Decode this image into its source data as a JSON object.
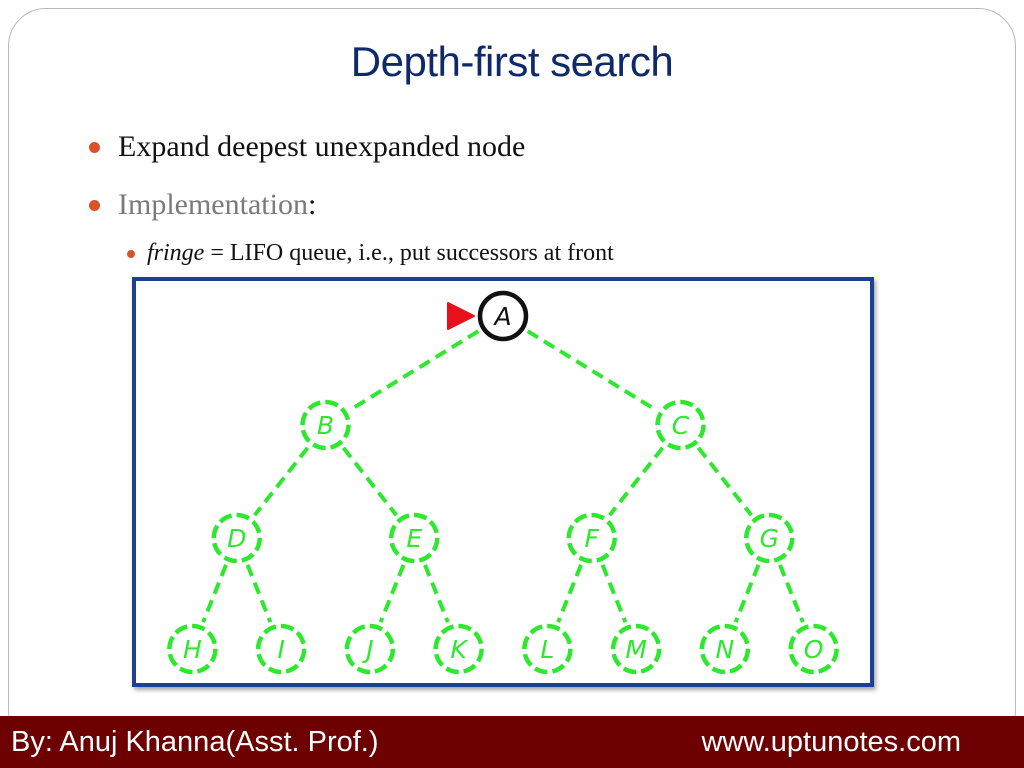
{
  "title": "Depth-first search",
  "bullets": {
    "first": "Expand deepest unexpanded node",
    "second": "Implementation",
    "second_suffix": ":",
    "sub_term": "fringe",
    "sub_rest": " = LIFO queue, i.e., put successors at front"
  },
  "tree": {
    "current_node": "A",
    "colors": {
      "unexpanded": "#2ee82e",
      "current": "#111111",
      "marker": "#e8101a",
      "panel_border": "#1d3f95"
    },
    "nodes": [
      {
        "id": "A",
        "level": 0,
        "index": 0
      },
      {
        "id": "B",
        "level": 1,
        "index": 0
      },
      {
        "id": "C",
        "level": 1,
        "index": 1
      },
      {
        "id": "D",
        "level": 2,
        "index": 0
      },
      {
        "id": "E",
        "level": 2,
        "index": 1
      },
      {
        "id": "F",
        "level": 2,
        "index": 2
      },
      {
        "id": "G",
        "level": 2,
        "index": 3
      },
      {
        "id": "H",
        "level": 3,
        "index": 0
      },
      {
        "id": "I",
        "level": 3,
        "index": 1
      },
      {
        "id": "J",
        "level": 3,
        "index": 2
      },
      {
        "id": "K",
        "level": 3,
        "index": 3
      },
      {
        "id": "L",
        "level": 3,
        "index": 4
      },
      {
        "id": "M",
        "level": 3,
        "index": 5
      },
      {
        "id": "N",
        "level": 3,
        "index": 6
      },
      {
        "id": "O",
        "level": 3,
        "index": 7
      }
    ],
    "edges": [
      [
        "A",
        "B"
      ],
      [
        "A",
        "C"
      ],
      [
        "B",
        "D"
      ],
      [
        "B",
        "E"
      ],
      [
        "C",
        "F"
      ],
      [
        "C",
        "G"
      ],
      [
        "D",
        "H"
      ],
      [
        "D",
        "I"
      ],
      [
        "E",
        "J"
      ],
      [
        "E",
        "K"
      ],
      [
        "F",
        "L"
      ],
      [
        "F",
        "M"
      ],
      [
        "G",
        "N"
      ],
      [
        "G",
        "O"
      ]
    ]
  },
  "footer": {
    "author": "By: Anuj Khanna(Asst. Prof.)",
    "url": "www.uptunotes.com"
  }
}
